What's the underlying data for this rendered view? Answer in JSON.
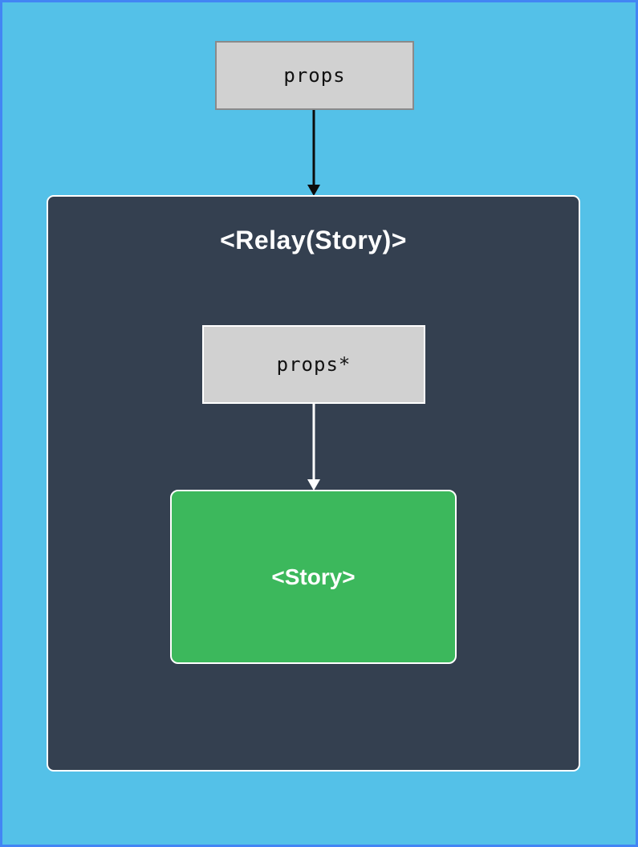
{
  "diagram": {
    "title": "<Relay(Story)>",
    "outer_props_label": "props",
    "inner_props_label": "props*",
    "story_label": "<Story>"
  },
  "edges": [
    {
      "from": "props",
      "to": "<Relay(Story)>",
      "arrow_color": "#0c0c0c"
    },
    {
      "from": "props*",
      "to": "<Story>",
      "arrow_color": "#ffffff"
    }
  ],
  "colors": {
    "page_background": "#54c1e8",
    "page_border": "#4285f4",
    "relay_container_background": "#344050",
    "relay_container_border": "#ffffff",
    "props_box_fill": "#d1d1d1",
    "props_box_border": "#8a8a8a",
    "inner_props_box_border": "#ffffff",
    "story_fill": "#3cb85c",
    "story_border": "#ffffff",
    "label_dark": "#111111",
    "label_light": "#ffffff"
  }
}
